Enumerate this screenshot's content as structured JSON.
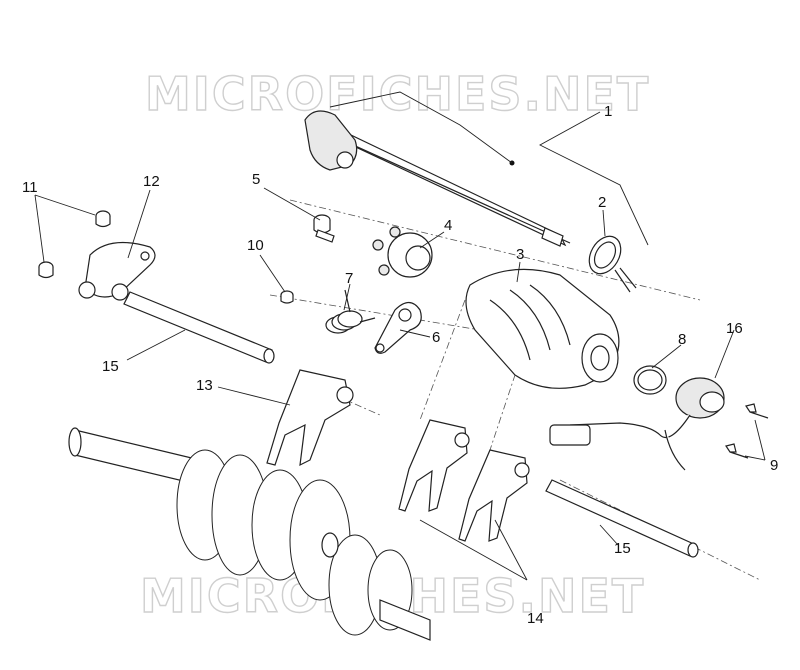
{
  "watermark": {
    "top": "MICROFICHES.NET",
    "bottom": "MICROFICHES.NET"
  },
  "callouts": [
    {
      "id": "1",
      "text": "1"
    },
    {
      "id": "2",
      "text": "2"
    },
    {
      "id": "3",
      "text": "3"
    },
    {
      "id": "4",
      "text": "4"
    },
    {
      "id": "5",
      "text": "5"
    },
    {
      "id": "6",
      "text": "6"
    },
    {
      "id": "7",
      "text": "7"
    },
    {
      "id": "8",
      "text": "8"
    },
    {
      "id": "9",
      "text": "9"
    },
    {
      "id": "10",
      "text": "10"
    },
    {
      "id": "11",
      "text": "11"
    },
    {
      "id": "12",
      "text": "12"
    },
    {
      "id": "13",
      "text": "13"
    },
    {
      "id": "14",
      "text": "14"
    },
    {
      "id": "15a",
      "text": "15"
    },
    {
      "id": "15b",
      "text": "15"
    },
    {
      "id": "16",
      "text": "16"
    }
  ],
  "colors": {
    "line": "#222222",
    "watermark": "#cfcfcf",
    "background": "#ffffff"
  }
}
